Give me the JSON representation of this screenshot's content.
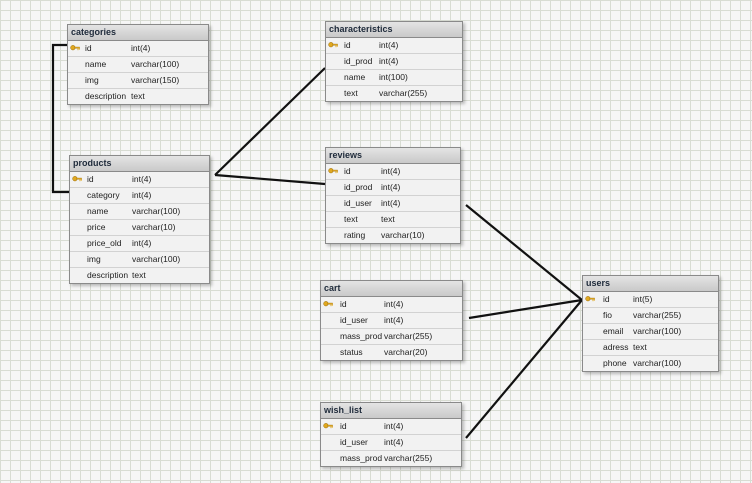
{
  "tables": {
    "categories": {
      "title": "categories",
      "rows": [
        {
          "name": "id",
          "type": "int(4)",
          "key": true
        },
        {
          "name": "name",
          "type": "varchar(100)",
          "key": false
        },
        {
          "name": "img",
          "type": "varchar(150)",
          "key": false
        },
        {
          "name": "description",
          "type": "text",
          "key": false
        }
      ]
    },
    "products": {
      "title": "products",
      "rows": [
        {
          "name": "id",
          "type": "int(4)",
          "key": true
        },
        {
          "name": "category",
          "type": "int(4)",
          "key": false
        },
        {
          "name": "name",
          "type": "varchar(100)",
          "key": false
        },
        {
          "name": "price",
          "type": "varchar(10)",
          "key": false
        },
        {
          "name": "price_old",
          "type": "int(4)",
          "key": false
        },
        {
          "name": "img",
          "type": "varchar(100)",
          "key": false
        },
        {
          "name": "description",
          "type": "text",
          "key": false
        }
      ]
    },
    "characteristics": {
      "title": "characteristics",
      "rows": [
        {
          "name": "id",
          "type": "int(4)",
          "key": true
        },
        {
          "name": "id_prod",
          "type": "int(4)",
          "key": false
        },
        {
          "name": "name",
          "type": "int(100)",
          "key": false
        },
        {
          "name": "text",
          "type": "varchar(255)",
          "key": false
        }
      ]
    },
    "reviews": {
      "title": "reviews",
      "rows": [
        {
          "name": "id",
          "type": "int(4)",
          "key": true
        },
        {
          "name": "id_prod",
          "type": "int(4)",
          "key": false
        },
        {
          "name": "id_user",
          "type": "int(4)",
          "key": false
        },
        {
          "name": "text",
          "type": "text",
          "key": false
        },
        {
          "name": "rating",
          "type": "varchar(10)",
          "key": false
        }
      ]
    },
    "cart": {
      "title": "cart",
      "rows": [
        {
          "name": "id",
          "type": "int(4)",
          "key": true
        },
        {
          "name": "id_user",
          "type": "int(4)",
          "key": false
        },
        {
          "name": "mass_prod",
          "type": "varchar(255)",
          "key": false
        },
        {
          "name": "status",
          "type": "varchar(20)",
          "key": false
        }
      ]
    },
    "wish_list": {
      "title": "wish_list",
      "rows": [
        {
          "name": "id",
          "type": "int(4)",
          "key": true
        },
        {
          "name": "id_user",
          "type": "int(4)",
          "key": false
        },
        {
          "name": "mass_prod",
          "type": "varchar(255)",
          "key": false
        }
      ]
    },
    "users": {
      "title": "users",
      "rows": [
        {
          "name": "id",
          "type": "int(5)",
          "key": true
        },
        {
          "name": "fio",
          "type": "varchar(255)",
          "key": false
        },
        {
          "name": "email",
          "type": "varchar(100)",
          "key": false
        },
        {
          "name": "adress",
          "type": "text",
          "key": false
        },
        {
          "name": "phone",
          "type": "varchar(100)",
          "key": false
        }
      ]
    }
  },
  "colors": {
    "line": "#111111",
    "key_icon": "#e0a820"
  }
}
